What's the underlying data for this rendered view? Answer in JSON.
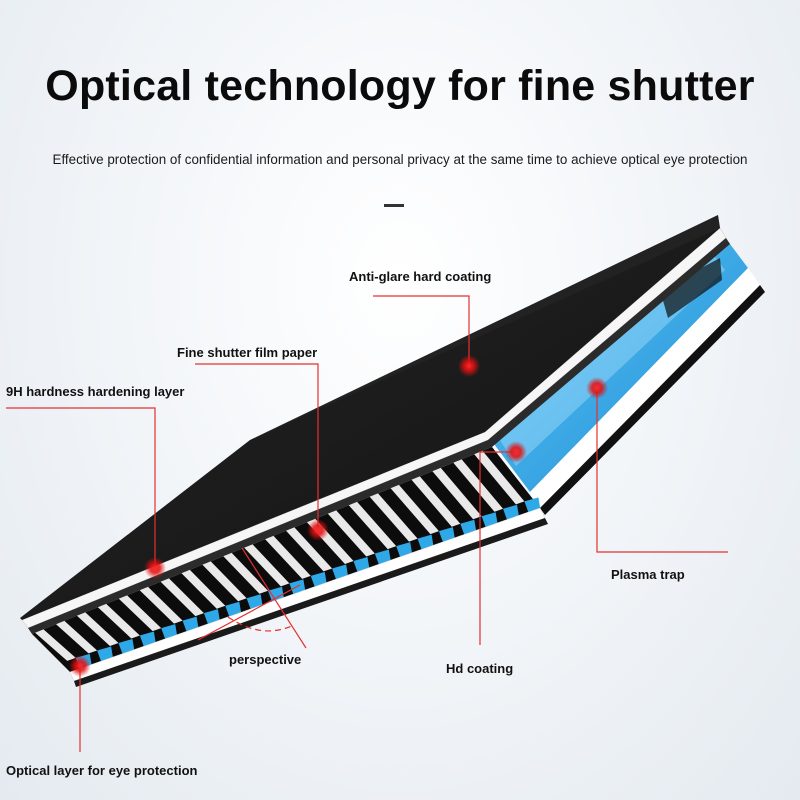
{
  "title": "Optical technology for fine shutter",
  "subtitle": "Effective protection of confidential information and personal privacy at the same time to achieve optical eye protection",
  "labels": {
    "anti_glare": "Anti-glare hard coating",
    "shutter_film": "Fine shutter film paper",
    "hardness": "9H hardness hardening layer",
    "plasma": "Plasma trap",
    "perspective": "perspective",
    "hd_coating": "Hd coating",
    "optical_layer": "Optical layer for eye protection"
  },
  "colors": {
    "top_layer": "#1b1b1b",
    "white_layer": "#ffffff",
    "blue_layer": "#2fa8e8",
    "marker": "#e01010",
    "leader": "#e53030"
  }
}
